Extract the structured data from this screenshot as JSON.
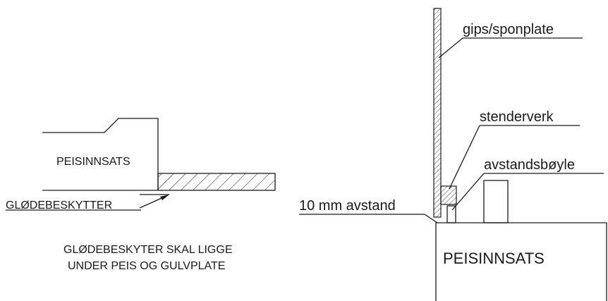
{
  "left_detail": {
    "box_label": "PEISINNSATS",
    "protector_label": "GLØDEBESKYTTER",
    "note_line1": "GLØDEBESKYTER SKAL LIGGE",
    "note_line2": "UNDER PEIS OG GULVPLATE"
  },
  "right_detail": {
    "wall_label": "gips/sponplate",
    "stud_label": "stenderverk",
    "bracket_label": "avstandsbøyle",
    "gap_label": "10 mm avstand",
    "box_label": "PEISINNSATS"
  },
  "colors": {
    "ink": "#1a1a1a",
    "background": "#ffffff"
  }
}
